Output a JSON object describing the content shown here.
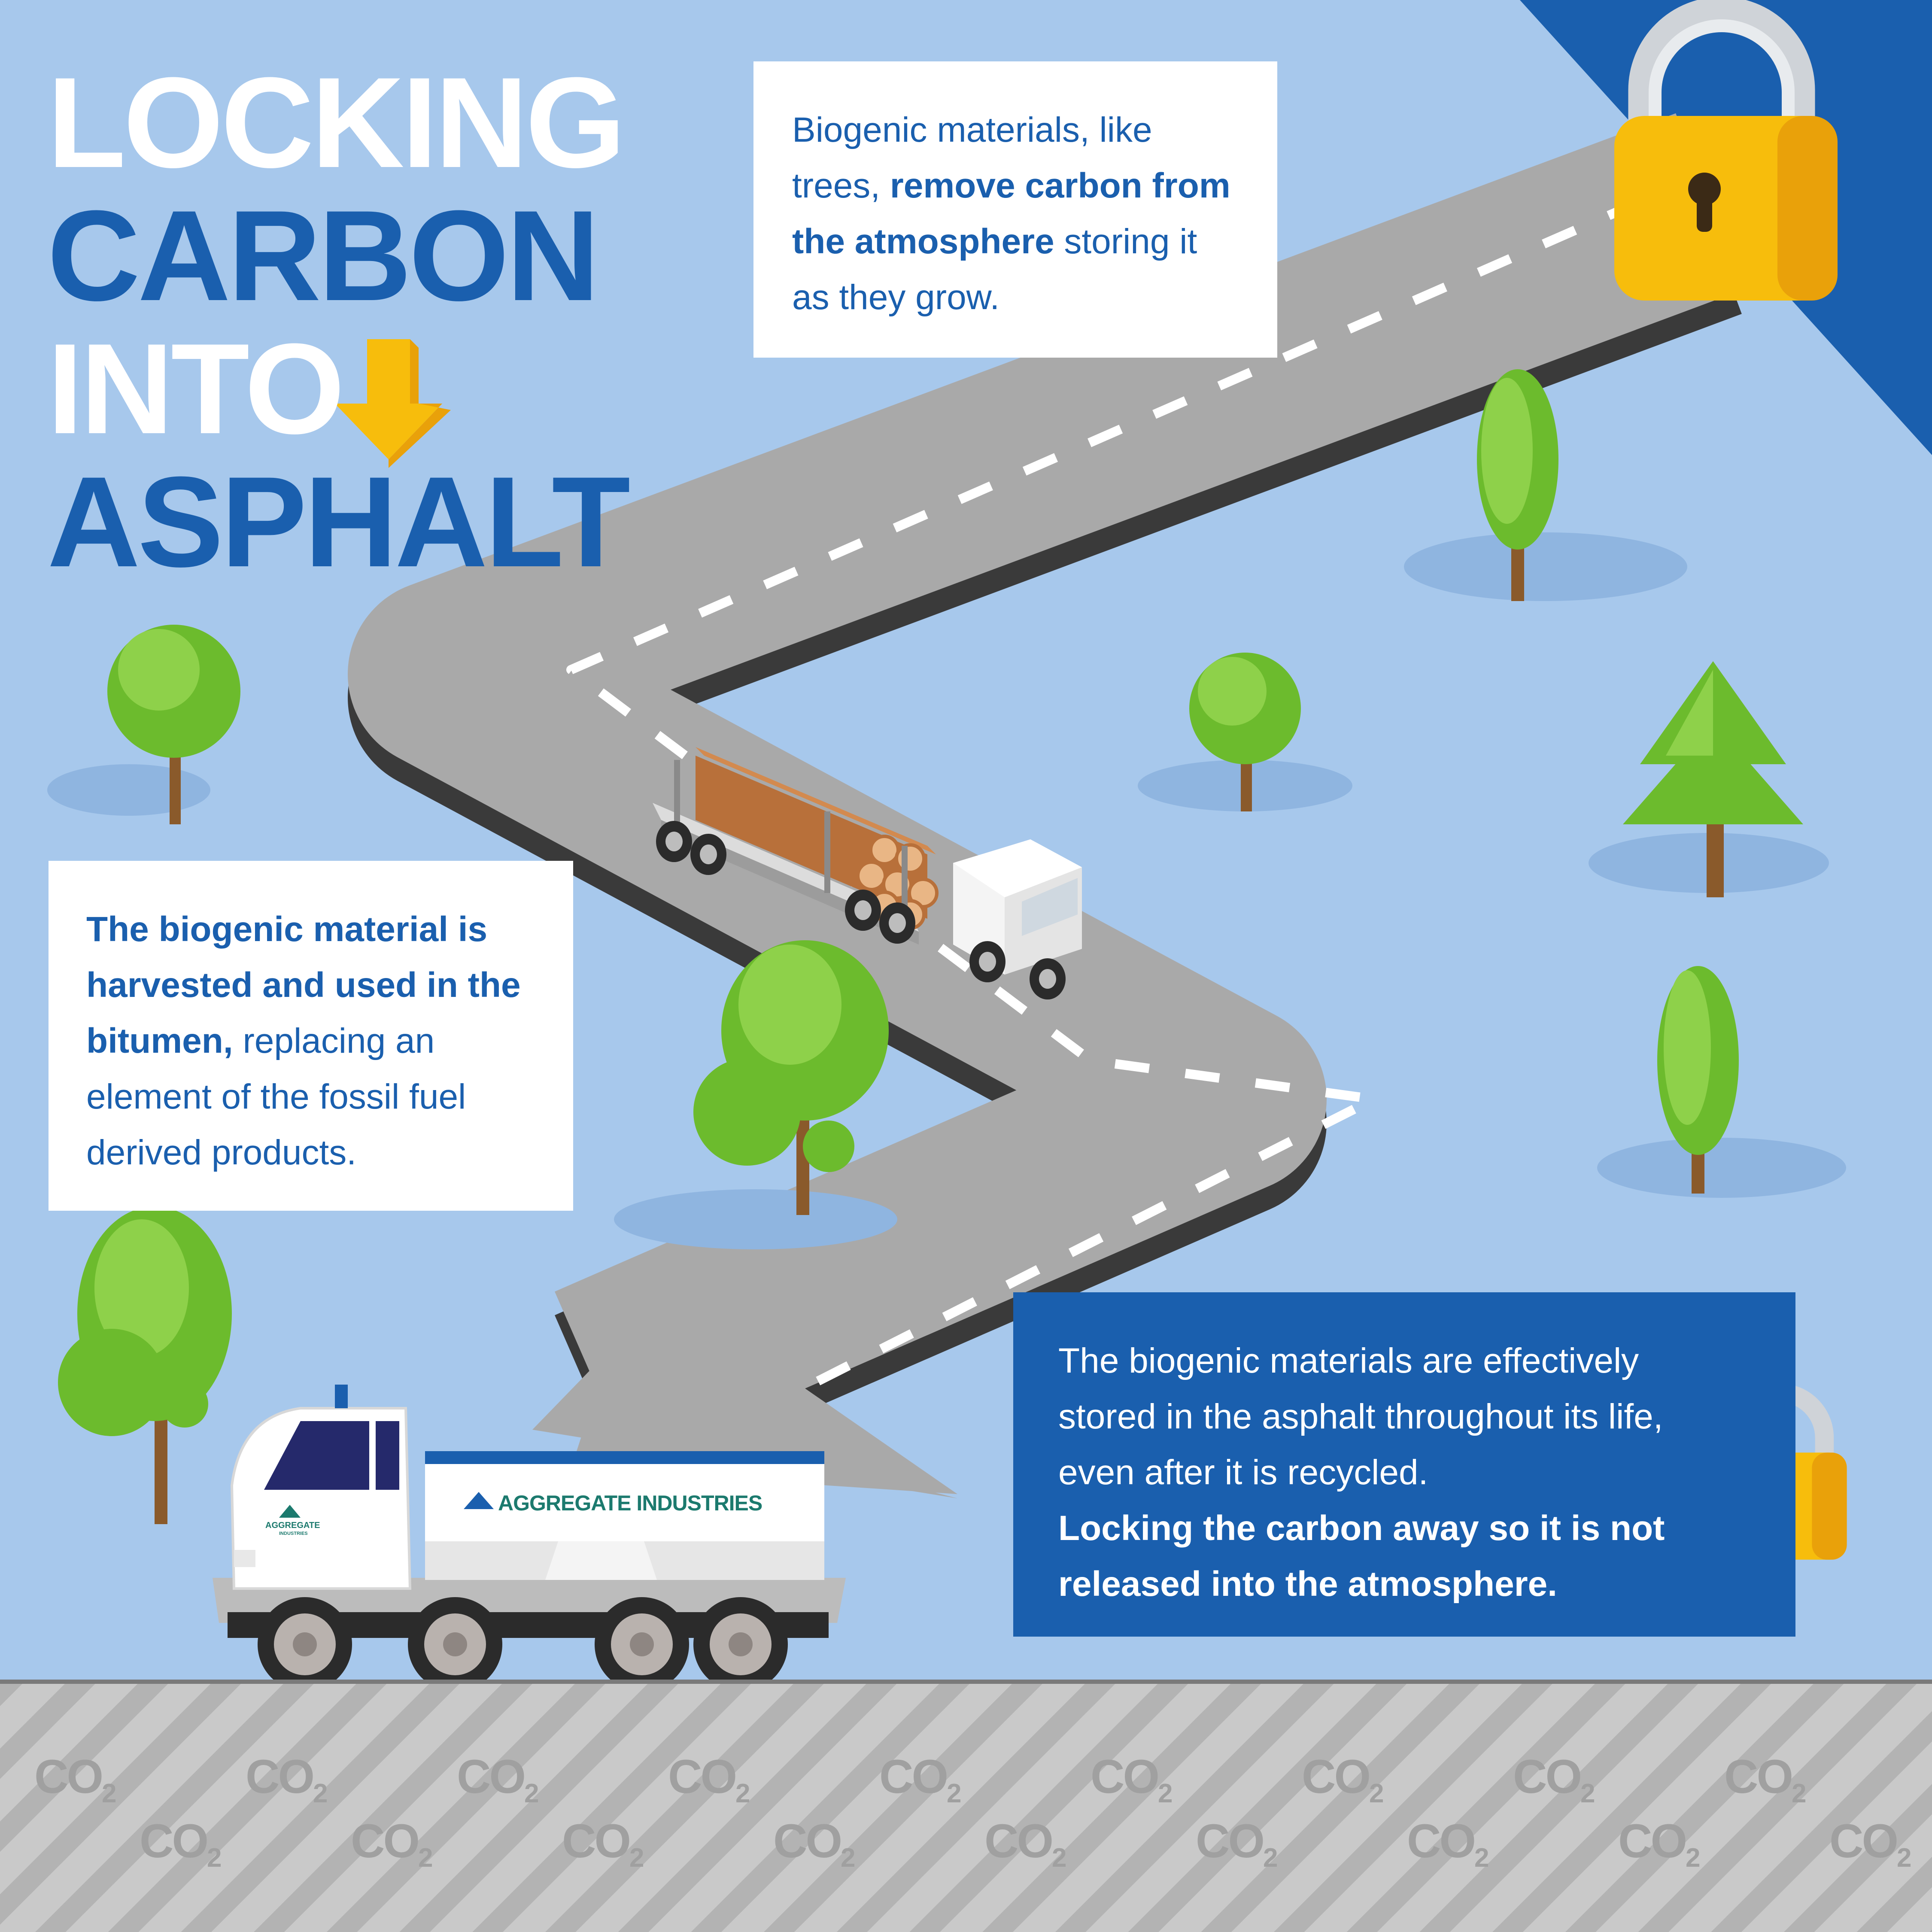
{
  "title": {
    "line1": "LOCKING",
    "line2": "CARBON",
    "line3": "INTO",
    "line4": "ASPHALT"
  },
  "box1": {
    "text_a": "Biogenic materials, like trees, ",
    "text_bold": "remove carbon from the atmosphere",
    "text_b": " storing it as they grow."
  },
  "box2": {
    "text_bold": "The biogenic material is harvested and used in the bitumen,",
    "text_a": " replacing an element of the fossil fuel derived products."
  },
  "box3": {
    "text_a": "The biogenic materials are effectively stored in the asphalt throughout its life, even after it is recycled.",
    "text_bold": "Locking the carbon away so it is not released into the atmosphere."
  },
  "brand": {
    "name": "AGGREGATE INDUSTRIES",
    "cab_name": "AGGREGATE",
    "cab_sub": "INDUSTRIES"
  },
  "ground": {
    "co2_main": "CO",
    "co2_sub": "2"
  },
  "colors": {
    "sky": "#a7c8ec",
    "brand_blue": "#1a5fae",
    "road": "#a9a9a9",
    "lock_yellow": "#f7bd0c",
    "tree_green": "#6cbb2d"
  },
  "icons": [
    "down-arrow-icon",
    "padlock-icon",
    "tree-icon",
    "log-truck-icon",
    "tanker-truck-icon"
  ]
}
